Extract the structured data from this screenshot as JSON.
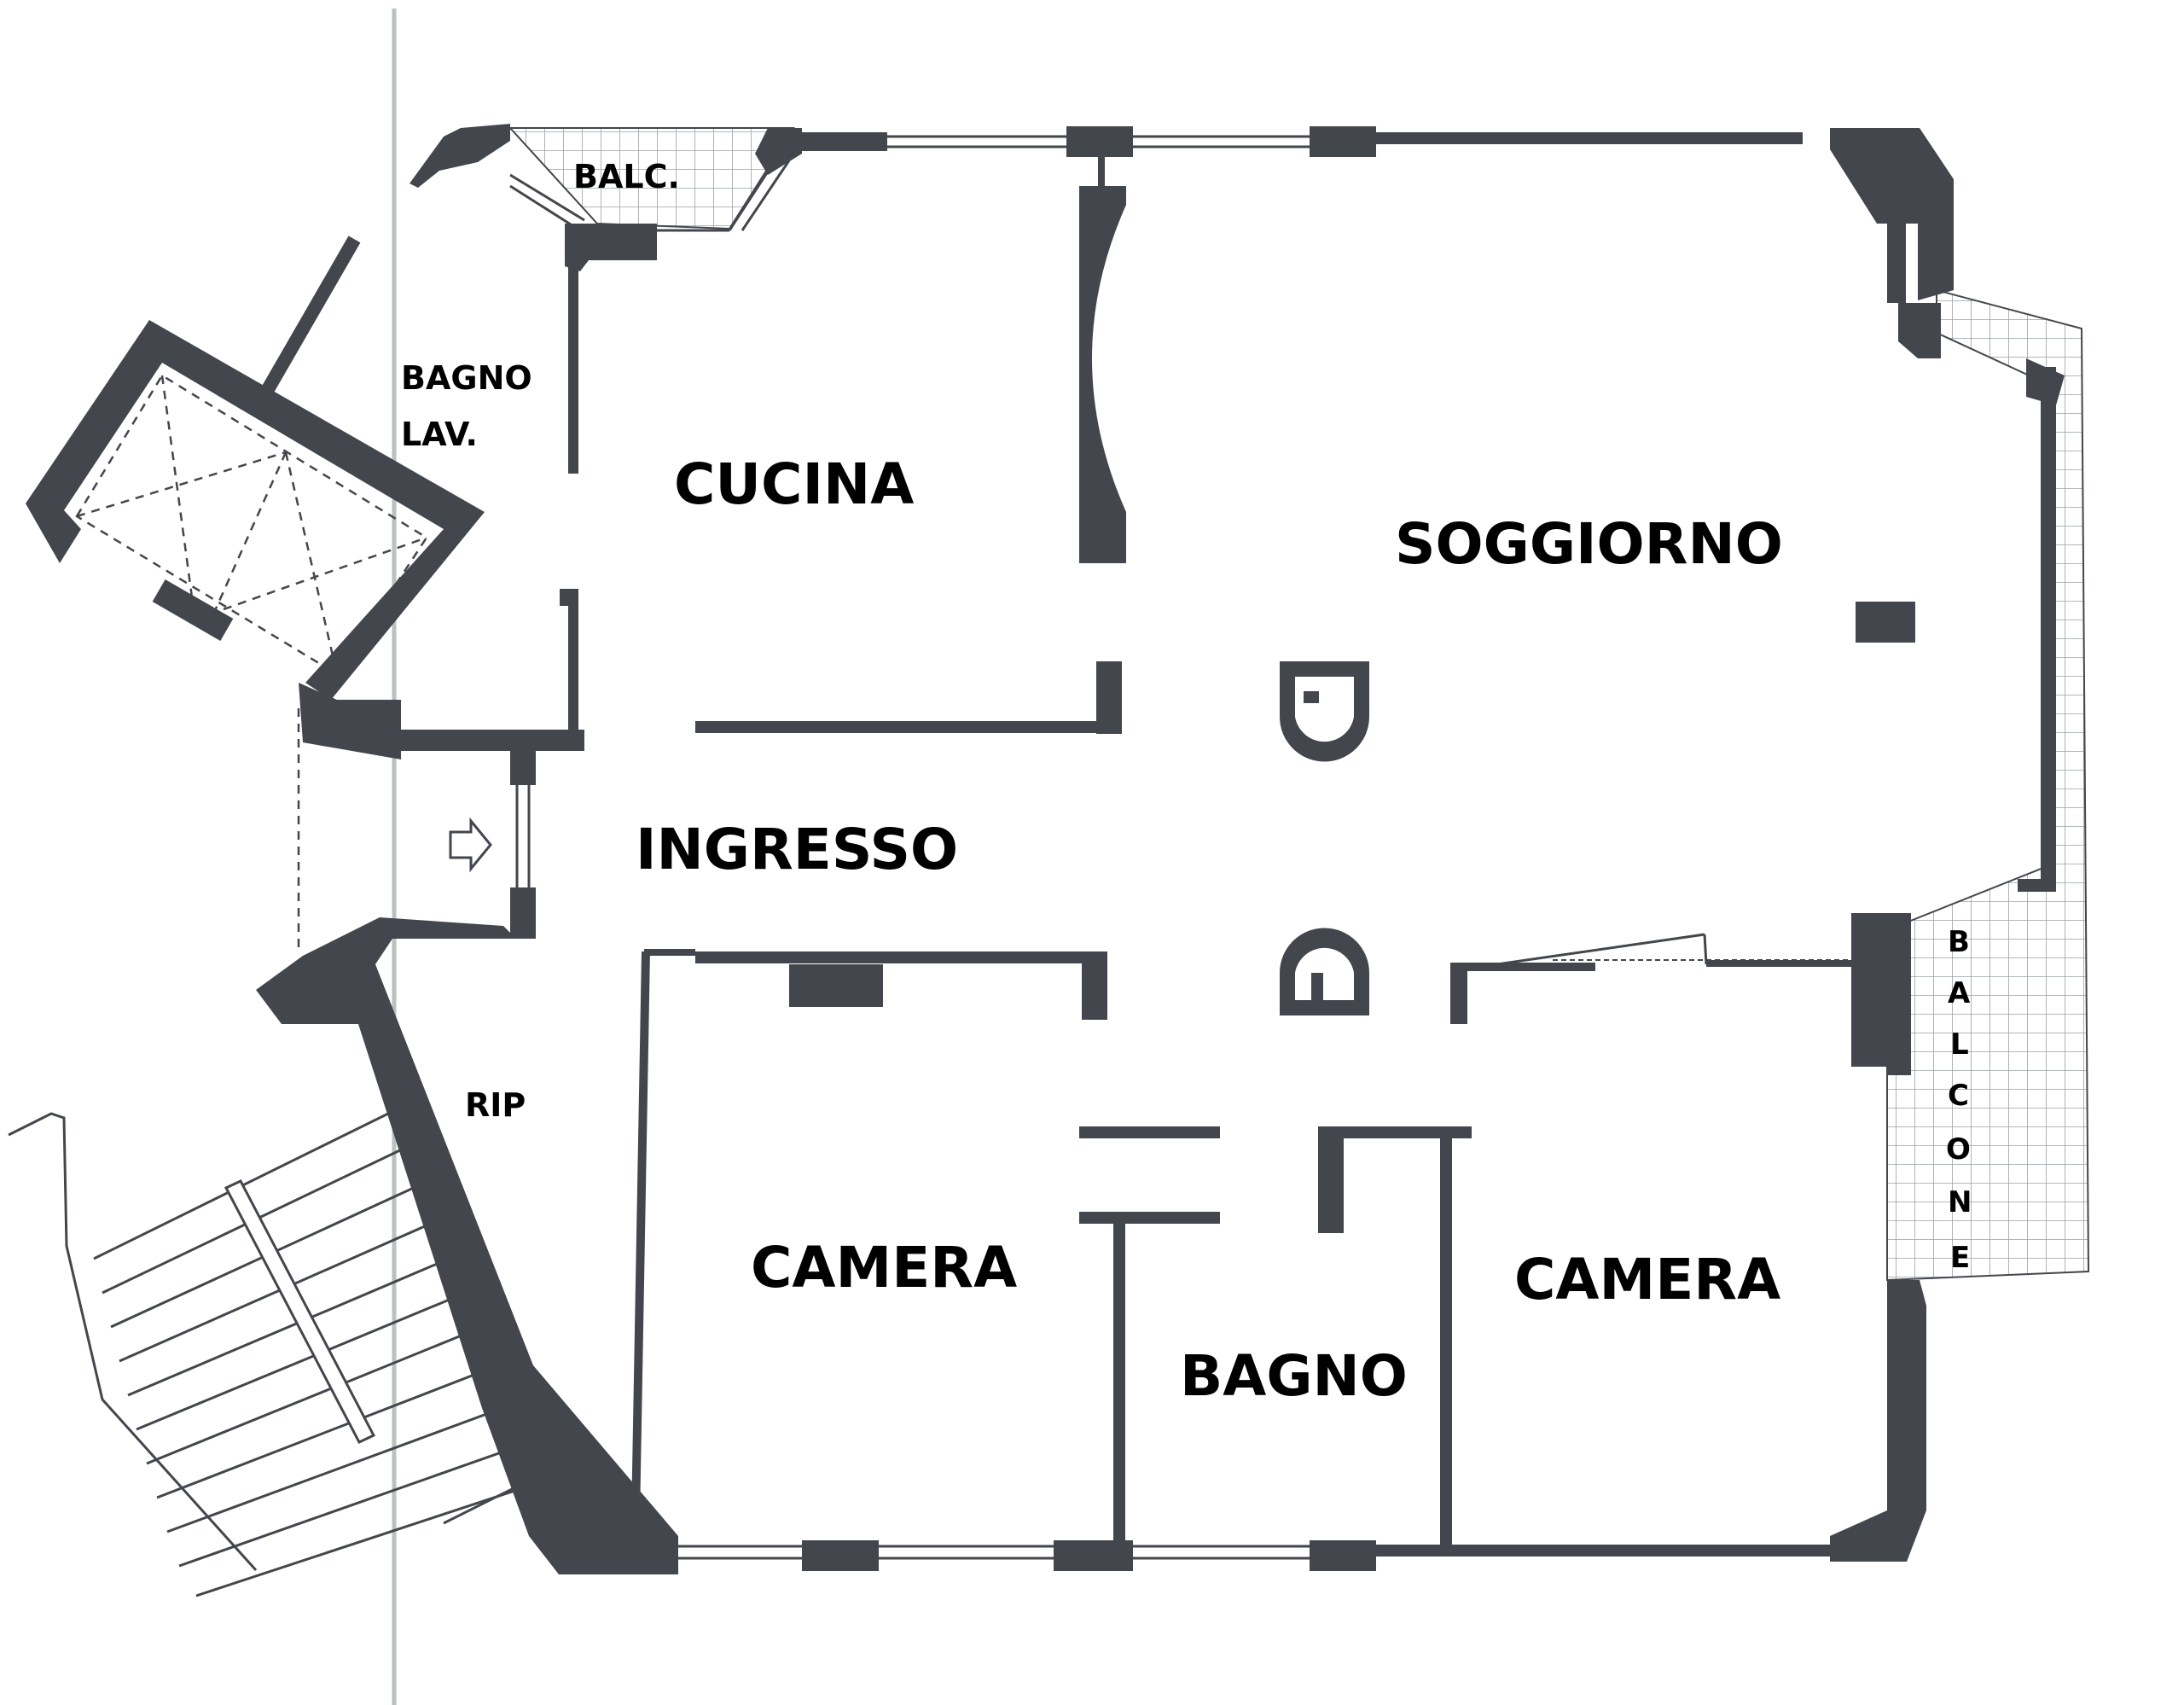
{
  "floorplan": {
    "rooms": {
      "balc": "BALC.",
      "bagno_lav_line1": "BAGNO",
      "bagno_lav_line2": "LAV.",
      "cucina": "CUCINA",
      "soggiorno": "SOGGIORNO",
      "ingresso": "INGRESSO",
      "rip": "RIP",
      "camera_left": "CAMERA",
      "bagno": "BAGNO",
      "camera_right": "CAMERA",
      "balcone_letters": [
        "B",
        "A",
        "L",
        "C",
        "O",
        "N",
        "E"
      ]
    },
    "icons": {
      "entrance": "entrance-arrow-icon",
      "stairs": "staircase-icon",
      "elevator": "elevator-shaft-icon"
    },
    "colors": {
      "wall": "#44464d",
      "background": "#ffffff",
      "grid": "#9aa0a8",
      "text": "#000000"
    }
  }
}
